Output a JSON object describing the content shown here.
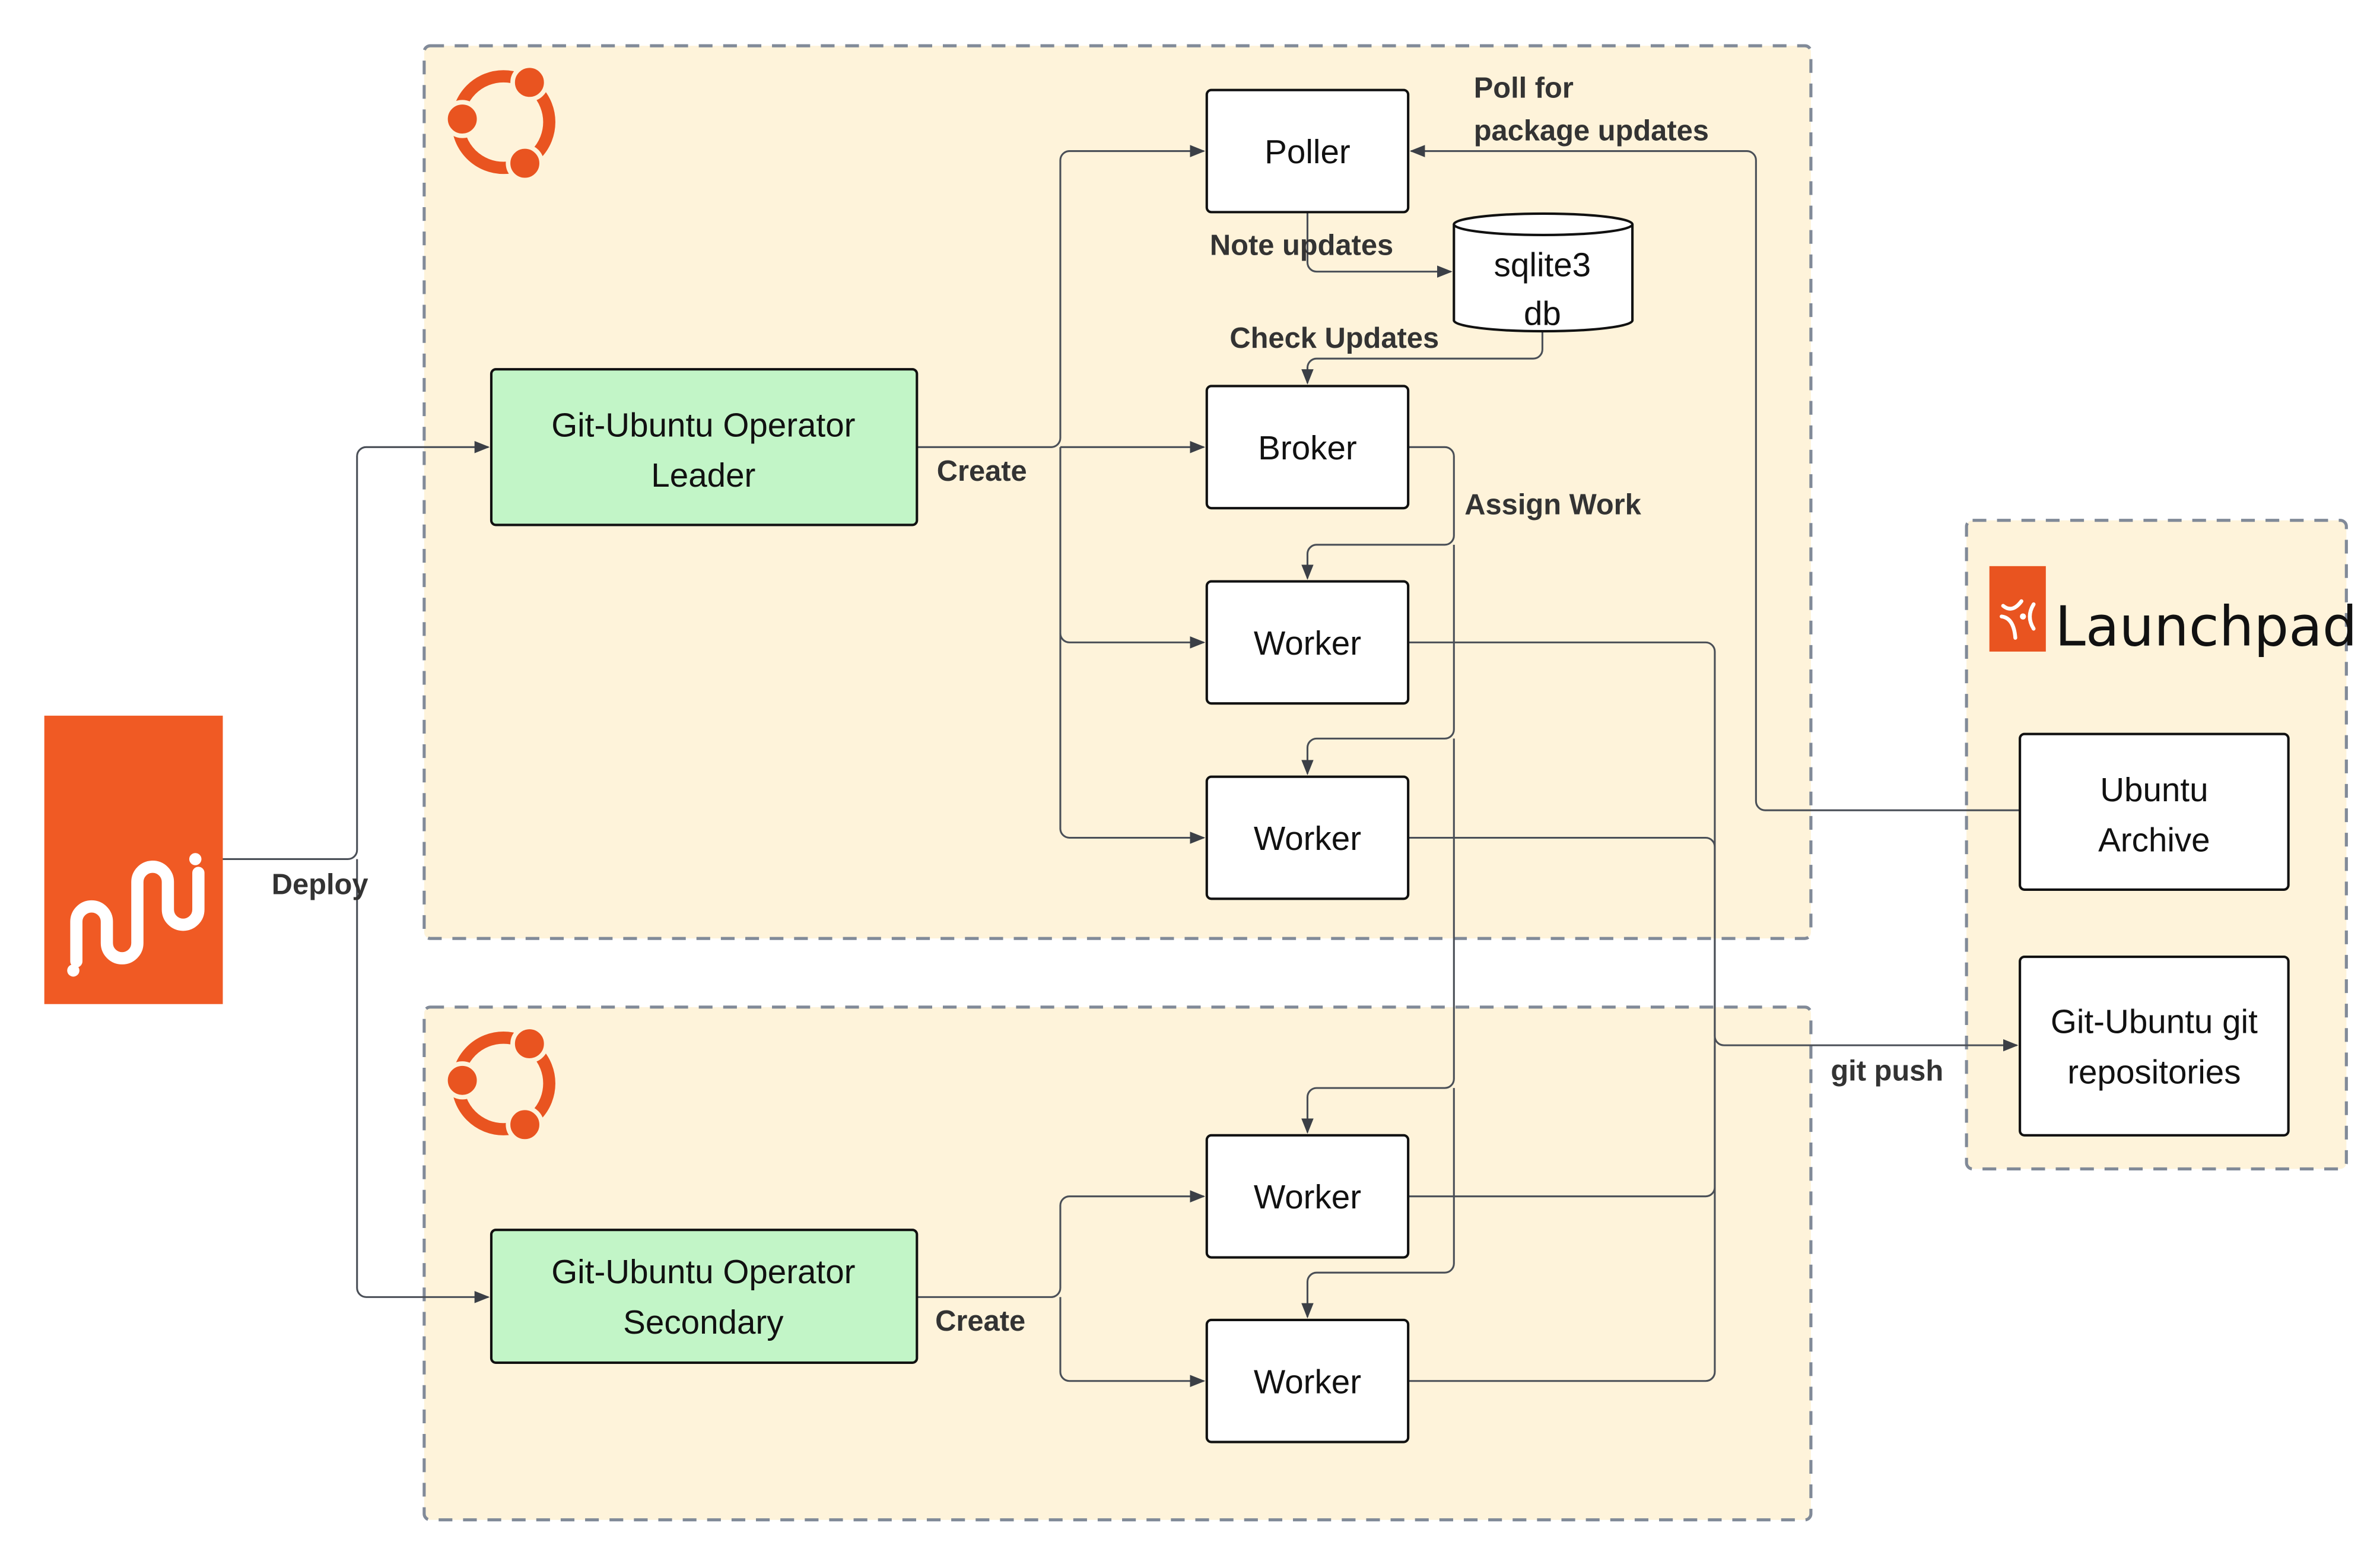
{
  "colors": {
    "brand_orange": "#e95420",
    "container_fill": "#fef3da",
    "operator_fill": "#c2f5c7",
    "dash": "#818a98"
  },
  "icons": {
    "charmhub": "charmhub-logo-icon",
    "ubuntu": "ubuntu-circle-of-friends-icon",
    "launchpad": "launchpad-logo-icon"
  },
  "launchpad": {
    "title": "Launchpad",
    "archive": [
      "Ubuntu",
      "Archive"
    ],
    "repos": [
      "Git-Ubuntu git",
      "repositories"
    ]
  },
  "leader": {
    "lines": [
      "Git-Ubuntu Operator",
      "Leader"
    ]
  },
  "secondary": {
    "lines": [
      "Git-Ubuntu Operator",
      "Secondary"
    ]
  },
  "nodes": {
    "poller": "Poller",
    "db": [
      "sqlite3",
      "db"
    ],
    "broker": "Broker",
    "worker": "Worker"
  },
  "labels": {
    "deploy": "Deploy",
    "create_leader": "Create",
    "create_secondary": "Create",
    "poll": [
      "Poll for",
      "package updates"
    ],
    "note_updates": "Note updates",
    "check_updates": "Check Updates",
    "assign_work": "Assign Work",
    "git_push": "git push"
  }
}
